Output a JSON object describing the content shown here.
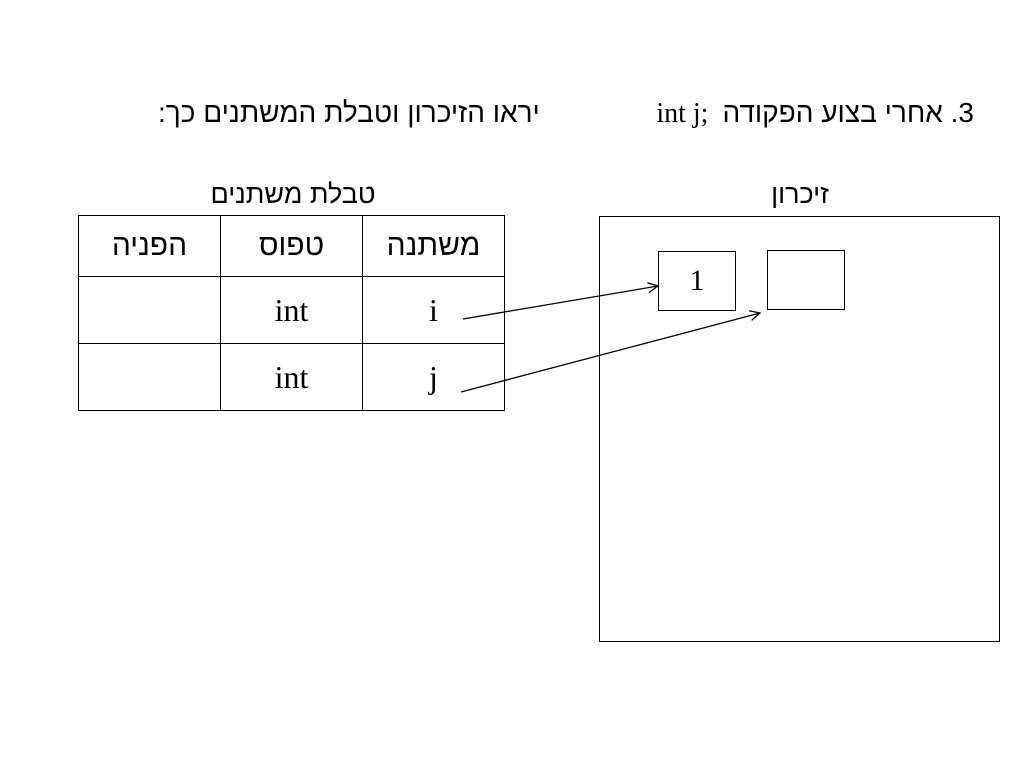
{
  "heading": {
    "text_before": "3. אחרי בצוע הפקודה",
    "code": "int j;",
    "text_after": "יראו הזיכרון וטבלת המשתנים כך:"
  },
  "variable_table": {
    "caption": "טבלת משתנים",
    "headers": [
      "משתנה",
      "טפוס",
      "הפניה"
    ],
    "rows": [
      {
        "name": "i",
        "type": "int",
        "ref": ""
      },
      {
        "name": "j",
        "type": "int",
        "ref": ""
      }
    ]
  },
  "memory": {
    "caption": "זיכרון",
    "cells": [
      {
        "value": "1"
      },
      {
        "value": ""
      }
    ]
  },
  "colors": {
    "line": "#000000",
    "background": "#ffffff"
  }
}
